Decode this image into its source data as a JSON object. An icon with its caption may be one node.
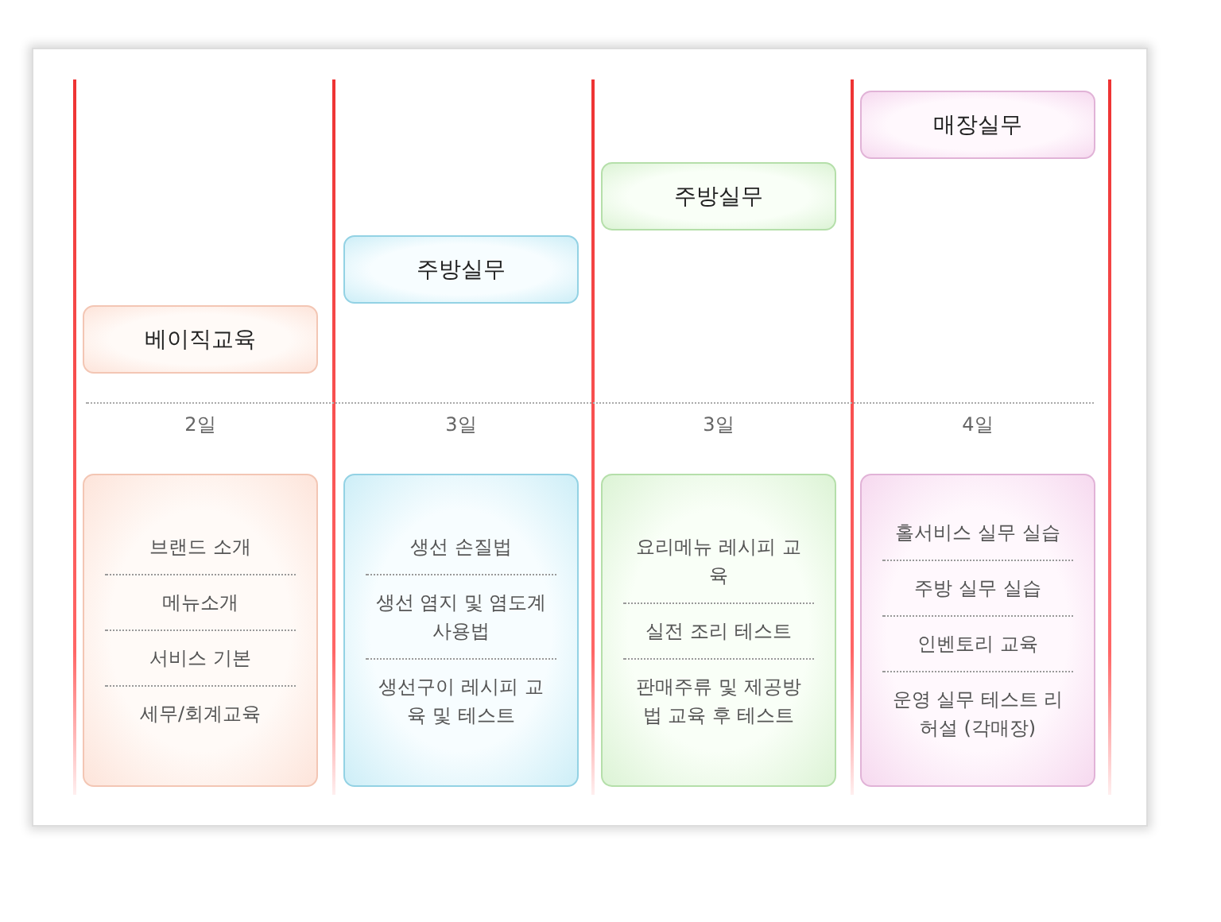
{
  "diagram": {
    "nodes": [
      {
        "text": [
          "베이직교육"
        ]
      },
      {
        "text": [
          "주방실무"
        ]
      },
      {
        "text": [
          "주방실무"
        ]
      },
      {
        "text": [
          "매장실무"
        ]
      },
      {
        "text": [
          "브랜드 소개",
          "메뉴소개",
          "서비스 기본",
          "세무/회계교육"
        ]
      },
      {
        "text": [
          "생선 손질법",
          "생선 염지 및 염도계 사용법",
          "생선구이 레시피 교육 및 테스트"
        ]
      },
      {
        "text": [
          "요리메뉴 레시피 교육",
          "실전 조리 테스트",
          "판매주류 및 제공방법 교육 후 테스트"
        ]
      },
      {
        "text": [
          "홀서비스 실무 실습",
          "주방 실무 실습",
          "인벤토리 교육",
          "운영 실무 테스트 리허설 (각매장)"
        ]
      }
    ],
    "labels": [
      "2일",
      "3일",
      "3일",
      "4일"
    ]
  }
}
